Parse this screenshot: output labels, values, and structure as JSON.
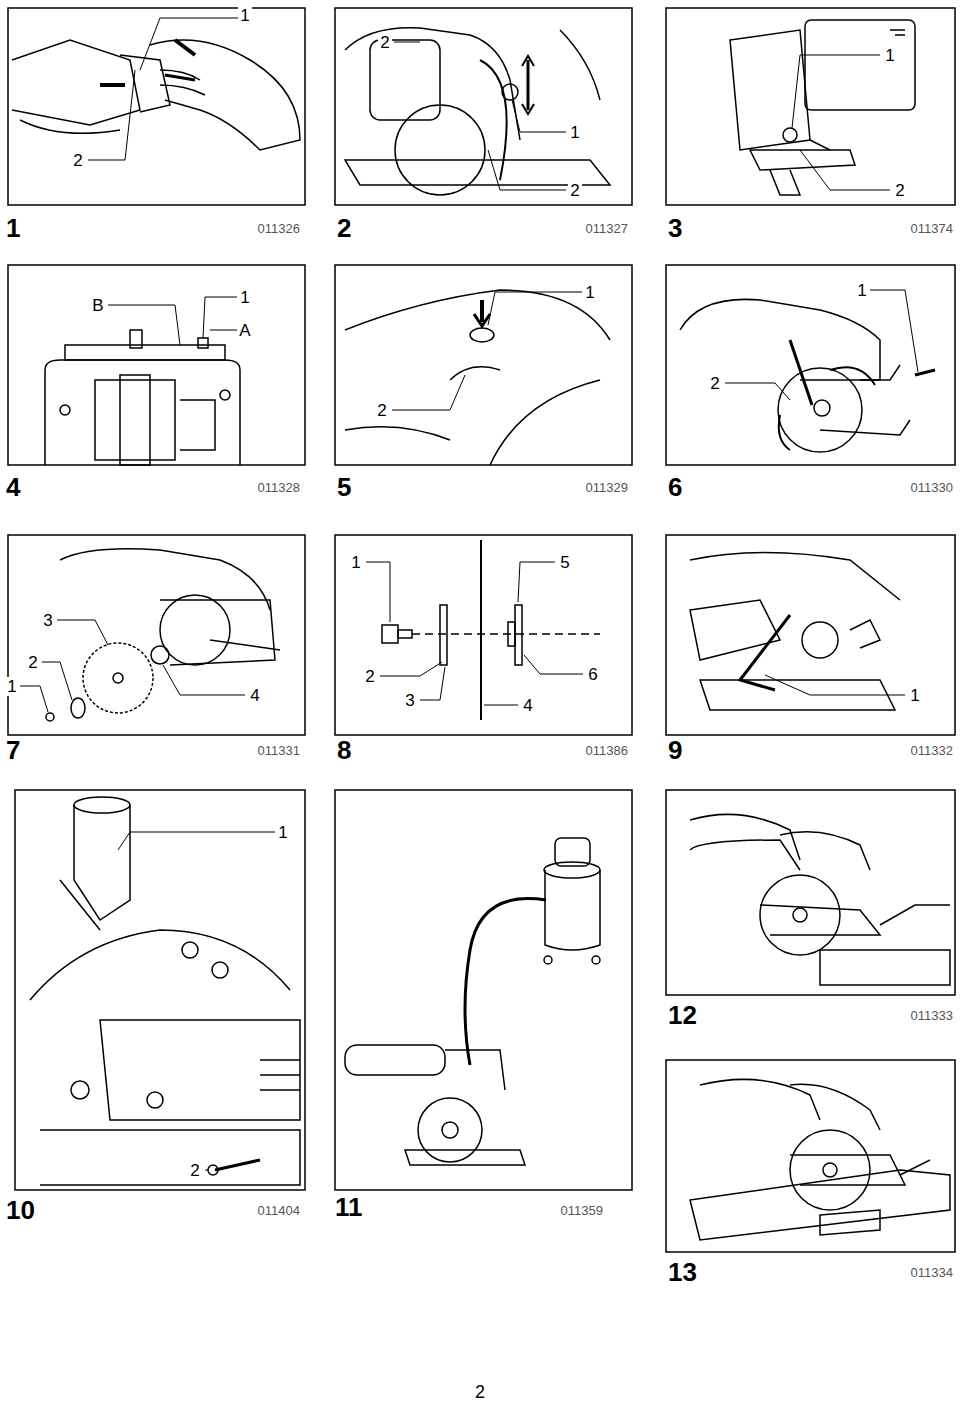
{
  "diagram": {
    "labels": [
      "1",
      "2",
      "1",
      "011326",
      "2",
      "1",
      "2",
      "2",
      "011327",
      "1",
      "2",
      "3",
      "011374",
      "B",
      "1",
      "A",
      "4",
      "011328",
      "1",
      "2",
      "5",
      "011329",
      "1",
      "2",
      "6",
      "011330",
      "3",
      "2",
      "1",
      "4",
      "7",
      "011331",
      "1",
      "5",
      "2",
      "3",
      "4",
      "6",
      "8",
      "011386",
      "1",
      "9",
      "011332",
      "1",
      "2",
      "10",
      "011404",
      "11",
      "011359",
      "12",
      "011333",
      "13",
      "011334",
      "2"
    ]
  }
}
